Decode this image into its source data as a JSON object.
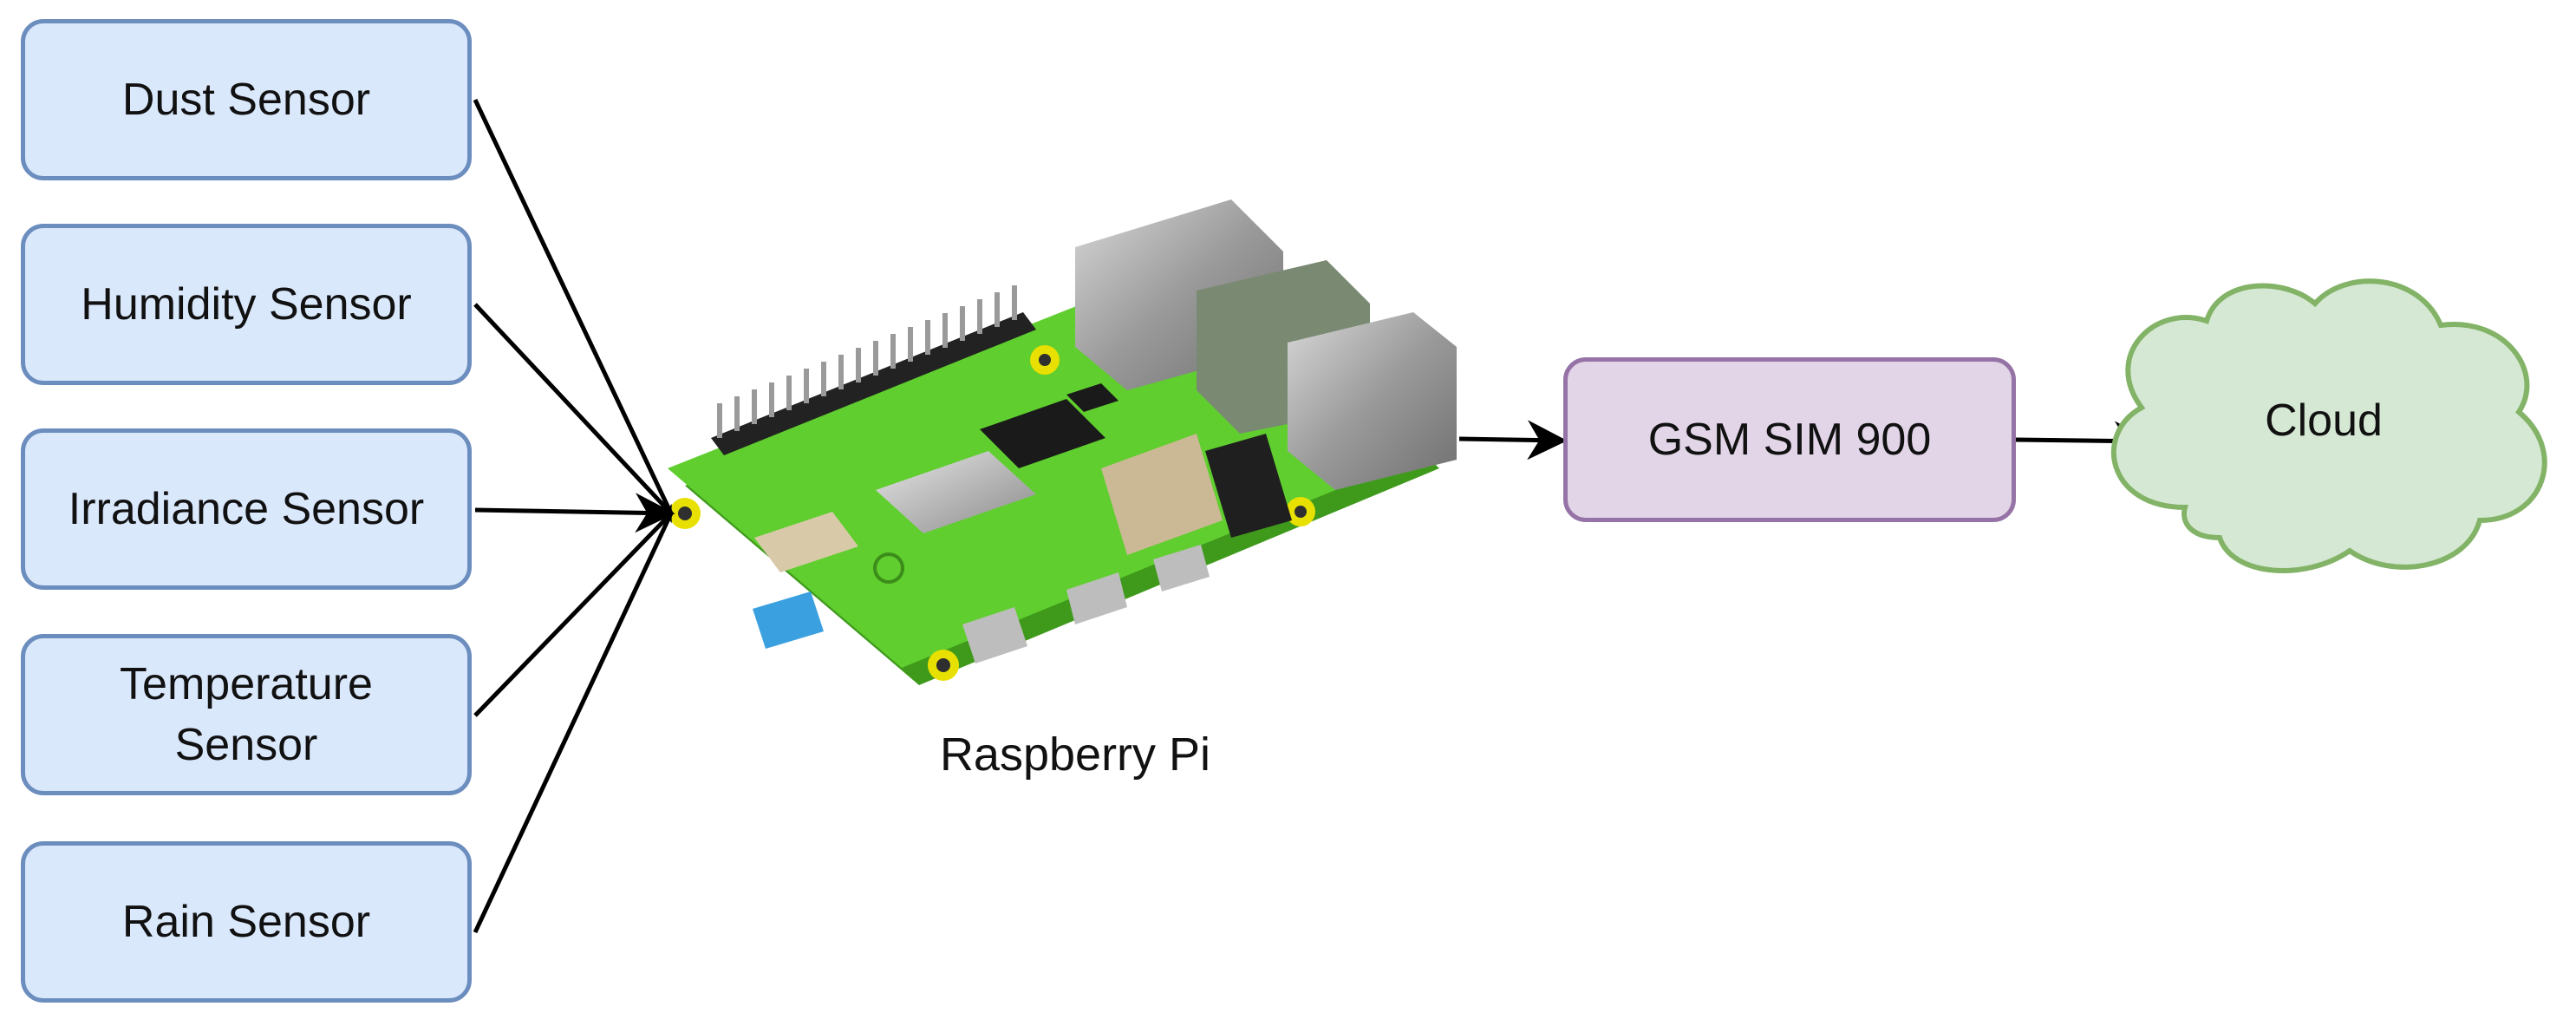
{
  "sensors": [
    {
      "lines": [
        "Dust Sensor"
      ]
    },
    {
      "lines": [
        "Humidity Sensor"
      ]
    },
    {
      "lines": [
        "Irradiance Sensor"
      ]
    },
    {
      "lines": [
        "Temperature",
        "Sensor"
      ]
    },
    {
      "lines": [
        "Rain Sensor"
      ]
    }
  ],
  "processor": {
    "label": "Raspberry Pi"
  },
  "gsm": {
    "label": "GSM SIM 900"
  },
  "cloud": {
    "label": "Cloud"
  },
  "colors": {
    "sensor_fill": "#dae8fc",
    "sensor_stroke": "#6c8ebf",
    "gsm_fill": "#e1d5e7",
    "gsm_stroke": "#9673a6",
    "cloud_fill": "#d5e8d4",
    "cloud_stroke": "#82b366",
    "board_green": "#5fce2e"
  }
}
